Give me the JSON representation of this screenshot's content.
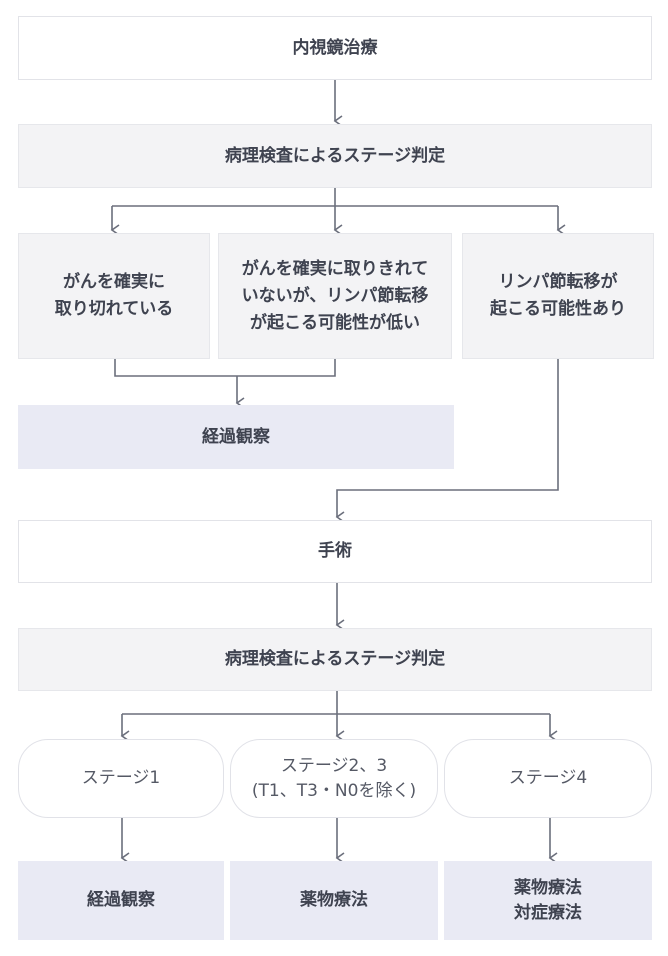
{
  "nodes": {
    "endoscopic_treatment": "内視鏡治療",
    "pathology_1": "病理検査によるステージ判定",
    "completely_removed": "がんを確実に\n取り切れている",
    "not_completely_low_risk": "がんを確実に取りきれて\nいないが、リンパ節転移\nが起こる可能性が低い",
    "lymph_risk": "リンパ節転移が\n起こる可能性あり",
    "observation_1": "経過観察",
    "surgery": "手術",
    "pathology_2": "病理検査によるステージ判定",
    "stage1": "ステージ1",
    "stage23": "ステージ2、3\n(T1、T3・N0を除く)",
    "stage4": "ステージ4",
    "observation_2": "経過観察",
    "drug_therapy": "薬物療法",
    "drug_symptomatic": "薬物療法\n対症療法"
  },
  "colors": {
    "line": "#6b6f7c",
    "text": "#3f4350",
    "gray_box": "#f3f3f5",
    "blue_box": "#e9eaf4"
  }
}
